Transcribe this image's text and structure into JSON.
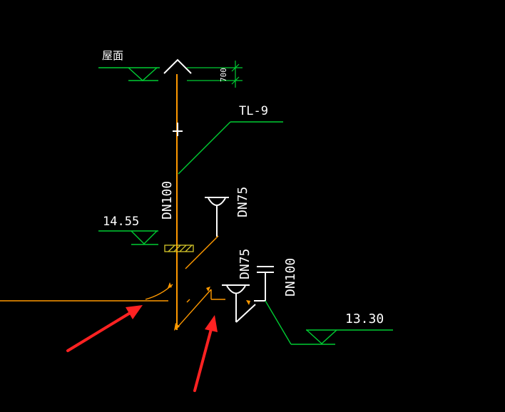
{
  "drawing": {
    "colors": {
      "background": "#000000",
      "pipe": "#ff9900",
      "dimension": "#00cc33",
      "text": "#ffffff",
      "annotation_arrow": "#ff2222"
    },
    "labels": {
      "roof": "屋面",
      "roof_dim": "700",
      "riser_id": "TL-9",
      "riser_size": "DN100",
      "branch_size_upper": "DN75",
      "branch_size_lower": "DN75",
      "branch_size_right": "DN100",
      "level_upper": "14.55",
      "level_lower": "13.30"
    }
  }
}
